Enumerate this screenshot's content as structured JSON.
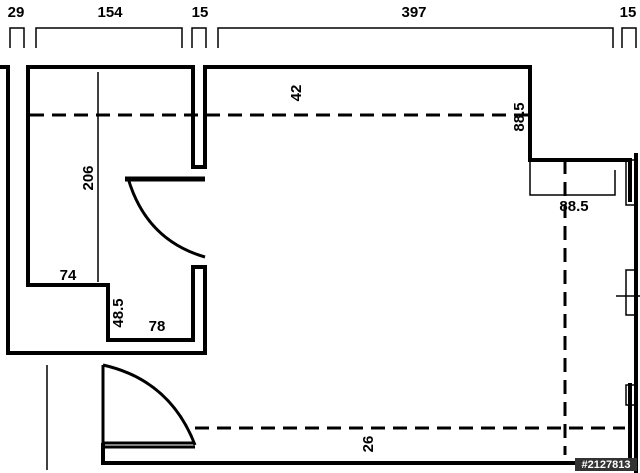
{
  "top_dimensions": [
    "29",
    "154",
    "15",
    "397",
    "15"
  ],
  "inner_labels": {
    "label_42": "42",
    "label_88_5_a": "88.5",
    "label_88_5_b": "88.5",
    "label_206": "206",
    "label_74": "74",
    "label_48_5": "48.5",
    "label_78": "78",
    "label_26": "26"
  },
  "watermark": "#2127813"
}
